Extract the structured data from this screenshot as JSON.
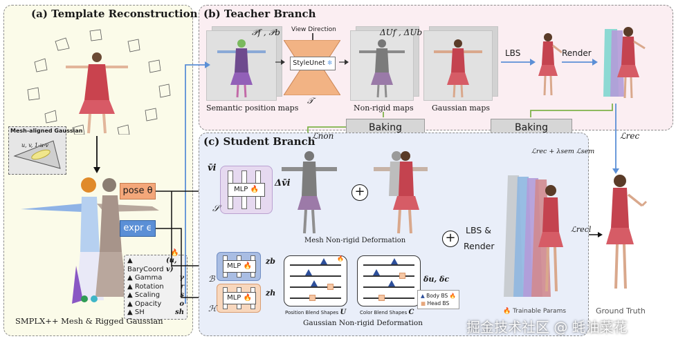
{
  "panels": {
    "template": {
      "title": "(a) Template Reconstruction",
      "gaussian_label": "Mesh-aligned Gaussian",
      "uv_formula": "u, v, 1-u-v",
      "caption": "SMPLX++ Mesh  & Rigged Gaussian",
      "props": [
        {
          "name": "BaryCoord",
          "sym": "(u, v)"
        },
        {
          "name": "Gamma",
          "sym": "γ"
        },
        {
          "name": "Rotation",
          "sym": "r"
        },
        {
          "name": "Scaling",
          "sym": "s"
        },
        {
          "name": "Opacity",
          "sym": "o"
        },
        {
          "name": "SH",
          "sym": "sh"
        }
      ]
    },
    "teacher": {
      "title": "(b) Teacher Branch",
      "pf_pb": "𝒫f , 𝒫b",
      "view_direction": "View Direction",
      "styleunet": "StyleUnet",
      "t_symbol": "𝒯",
      "delta_u": "ΔUf , ΔUb",
      "lbs": "LBS",
      "render": "Render",
      "semantic_maps": "Semantic position maps",
      "nonrigid_maps": "Non-rigid maps",
      "gaussian_maps": "Gaussian maps"
    },
    "student": {
      "title": "(c) Student Branch",
      "l_non": "ℒnon",
      "v_i": "v̄i",
      "mlp": "MLP",
      "s_symbol": "𝒮",
      "delta_v": "Δv̄i",
      "mesh_deform": "Mesh Non-rigid Deformation",
      "b_symbol": "ℬ",
      "h_symbol": "ℋ",
      "z_b": "zb",
      "z_h": "zh",
      "pos_bs": "Position Blend Shapes",
      "pos_bs_sym": "U",
      "color_bs": "Color Blend Shapes",
      "color_bs_sym": "C",
      "gauss_deform": "Gaussian Non-rigid Deformation",
      "delta_uc": "δu, δc",
      "lbs_render_1": "LBS &",
      "lbs_render_2": "Render",
      "body_bs": "Body BS",
      "head_bs": "Head BS",
      "trainable": "Trainable Params",
      "l_rec_sem": "ℒrec + λsem ℒsem",
      "l_recl": "ℒrecl"
    },
    "baking_1": "Baking",
    "baking_2": "Baking",
    "l_rec": "ℒrec",
    "ground_truth": "Ground Truth",
    "pose": "pose θ",
    "expr": "expr ϵ"
  },
  "colors": {
    "panel_a_bg": "#fbfbe9",
    "panel_b_bg": "#fbeef2",
    "panel_c_bg": "#e9eef9",
    "arrow_blue": "#5b8fd6",
    "arrow_green": "#7fb24a",
    "pose_orange": "#f4a77a"
  },
  "watermark": "掘金技术社区 @ 蚝油菜花"
}
